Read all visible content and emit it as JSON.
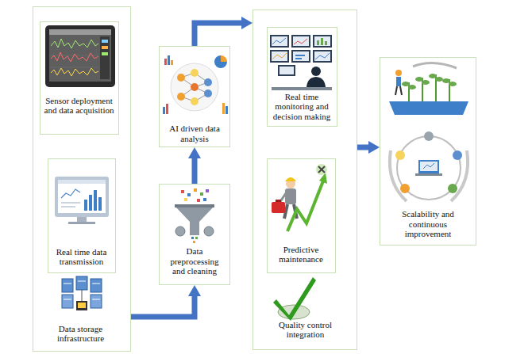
{
  "diagram": {
    "nodes": [
      {
        "text": []
      },
      {
        "text": [
          "Sensor deployment and data acquisition"
        ],
        "in": 0
      },
      {
        "text": [
          "Real time data transmission"
        ],
        "in": 0
      },
      {
        "text": [
          "Data storage infrastructure"
        ],
        "in": 0
      },
      {
        "text": [
          "AI driven data analysis"
        ]
      },
      {
        "text": [
          "Data preprocessing and cleaning"
        ]
      },
      {
        "text": []
      },
      {
        "text": [
          "Real time monitoring and decision making"
        ],
        "in": 6
      },
      {
        "text": [
          "Predictive maintenance"
        ],
        "in": 6
      },
      {
        "text": [
          "Quality control integration"
        ],
        "in": 6
      },
      {
        "text": [
          "Scalability and continuous improvement"
        ]
      }
    ],
    "edges": [
      {
        "from": 0,
        "to": 5,
        "arrow": "to"
      },
      {
        "from": 5,
        "to": 4,
        "arrow": "to"
      },
      {
        "from": 4,
        "to": 6,
        "arrow": "to"
      },
      {
        "from": 6,
        "to": 10,
        "arrow": "to"
      }
    ]
  }
}
